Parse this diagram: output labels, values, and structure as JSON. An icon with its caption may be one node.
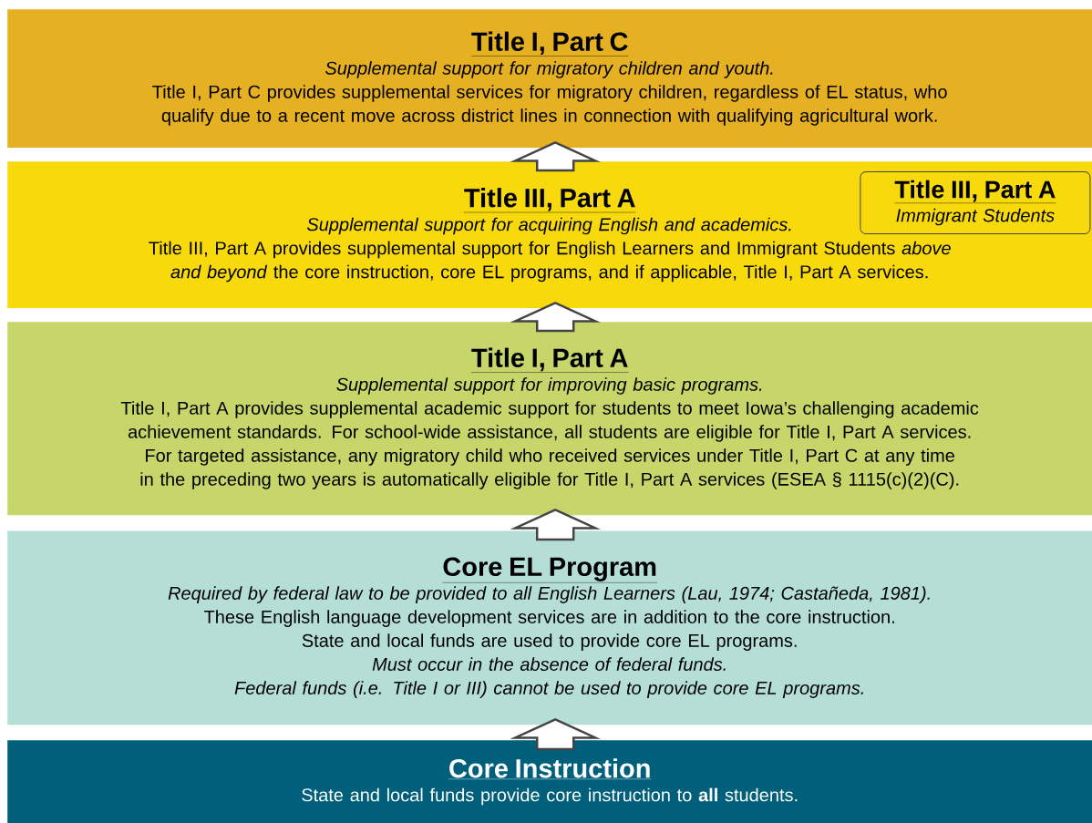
{
  "diagram": {
    "nodes": [
      {
        "text": [
          "Title I, Part C",
          "Supplemental support for migratory children and youth.",
          "Title I, Part C provides supplemental services for migratory children, regardless of EL status, who qualify due to a recent move across district lines in connection with qualifying agricultural work."
        ]
      },
      {
        "text": [
          "Title III, Part A",
          "Supplemental support for acquiring English and academics.",
          "Title III, Part A provides supplemental support for English Learners and Immigrant Students *above and beyond* the core instruction, core EL programs, and if applicable, Title I, Part A services."
        ]
      },
      {
        "text": [
          "Title III, Part A",
          "Immigrant Students"
        ],
        "in": 1
      },
      {
        "text": [
          "Title I, Part A",
          "Supplemental support for improving basic programs.",
          "Title I, Part A provides supplemental academic support for students to meet Iowa’s challenging academic achievement standards. For school-wide assistance, all students are eligible for Title I, Part A services. For targeted assistance, any migratory child who received services under Title I, Part C at any time in the preceding two years is automatically eligible for Title I, Part A services (ESEA § 1115(c)(2)(C)."
        ]
      },
      {
        "text": [
          "Core EL Program",
          "Required by federal law to be provided to all English Learners (Lau, 1974; Castañeda, 1981).",
          "These English language development services are in addition to the core instruction.",
          "State and local funds are used to provide core EL programs.",
          "Must occur in the absence of federal funds.",
          "Federal funds (i.e. Title I or III) cannot be used to provide core EL programs."
        ]
      },
      {
        "text": [
          "Core Instruction",
          "State and local funds provide core instruction to **all** students."
        ]
      }
    ],
    "edges": [
      {
        "from": 1,
        "to": 0,
        "arrow": "to"
      },
      {
        "from": 3,
        "to": 1,
        "arrow": "to"
      },
      {
        "from": 4,
        "to": 3,
        "arrow": "to"
      },
      {
        "from": 5,
        "to": 4,
        "arrow": "to"
      }
    ]
  }
}
